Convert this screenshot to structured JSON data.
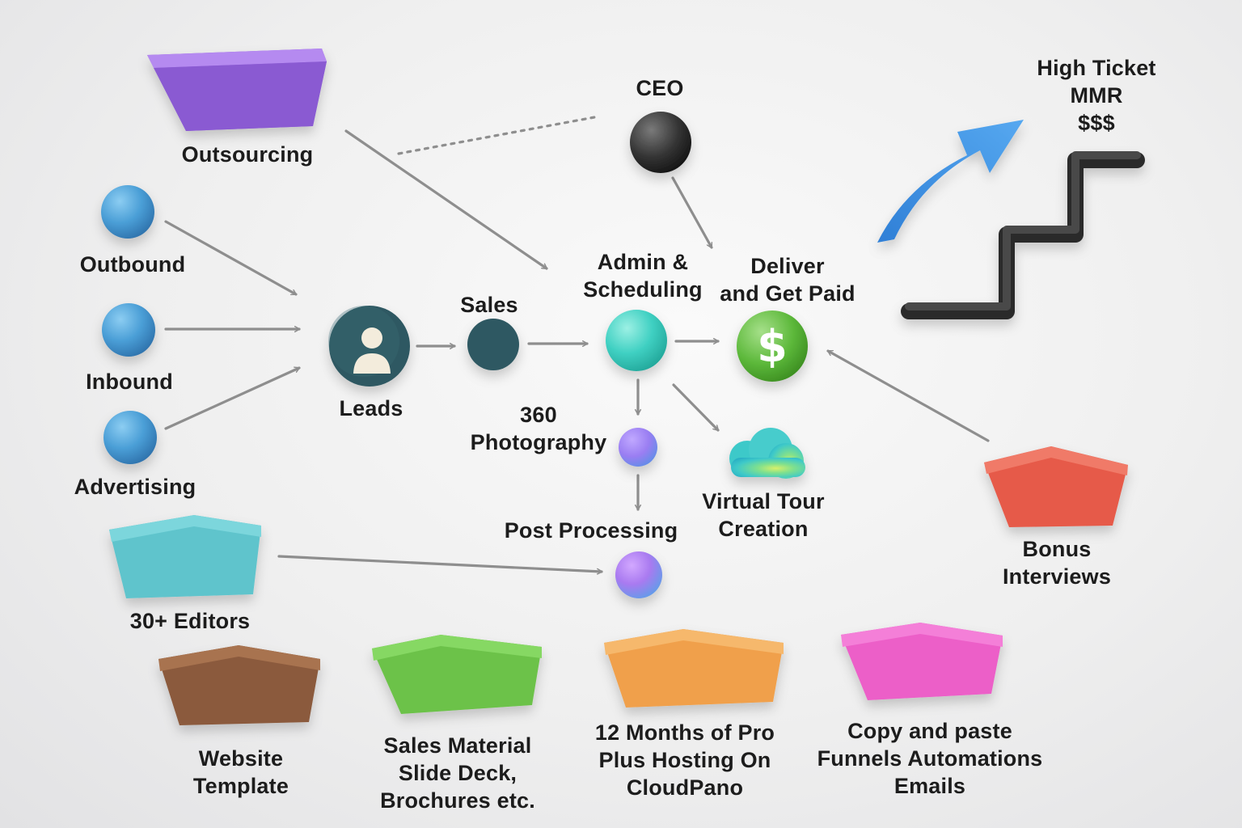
{
  "nodes": {
    "ceo": {
      "label": "CEO"
    },
    "outsourcing": {
      "label": "Outsourcing"
    },
    "outbound": {
      "label": "Outbound"
    },
    "inbound": {
      "label": "Inbound"
    },
    "advertising": {
      "label": "Advertising"
    },
    "leads": {
      "label": "Leads"
    },
    "sales": {
      "label": "Sales"
    },
    "admin": {
      "lines": [
        "Admin &",
        "Scheduling"
      ]
    },
    "deliver": {
      "lines": [
        "Deliver",
        "and Get Paid"
      ]
    },
    "photography": {
      "lines": [
        "360",
        "Photography"
      ]
    },
    "post_processing": {
      "label": "Post Processing"
    },
    "virtual_tour": {
      "lines": [
        "Virtual Tour",
        "Creation"
      ]
    },
    "editors": {
      "label": "30+ Editors"
    },
    "bonus": {
      "lines": [
        "Bonus",
        "Interviews"
      ]
    },
    "high_ticket": {
      "lines": [
        "High Ticket",
        "MMR",
        "$$$"
      ]
    },
    "website": {
      "lines": [
        "Website",
        "Template"
      ]
    },
    "sales_material": {
      "lines": [
        "Sales Material",
        "Slide Deck,",
        "Brochures  etc."
      ]
    },
    "hosting": {
      "lines": [
        "12 Months of Pro",
        "Plus Hosting On",
        "CloudPano"
      ]
    },
    "funnels": {
      "lines": [
        "Copy and paste",
        "Funnels  Automations",
        "Emails"
      ]
    }
  },
  "colors": {
    "outsourcing": "#9b6ae0",
    "editors": "#5fc4cc",
    "bonus": "#e65a48",
    "website": "#8b5a3c",
    "sales_material": "#6cc24a",
    "hosting": "#f0a04b",
    "funnels": "#ec5ec8",
    "lead_sources": "#4a9ed6",
    "leads": "#2f5962",
    "admin": "#3fd0c2",
    "paid": "#5cb83a",
    "ceo": "#333333",
    "growth_arrow": "#3a8ee6",
    "steps": "#3a3a3a",
    "connector": "#8e8e8e"
  },
  "icons": {
    "leads": "user-icon",
    "deliver": "dollar-icon",
    "virtual_tour": "cloud-icon",
    "high_ticket": "growth-arrow-icon"
  }
}
